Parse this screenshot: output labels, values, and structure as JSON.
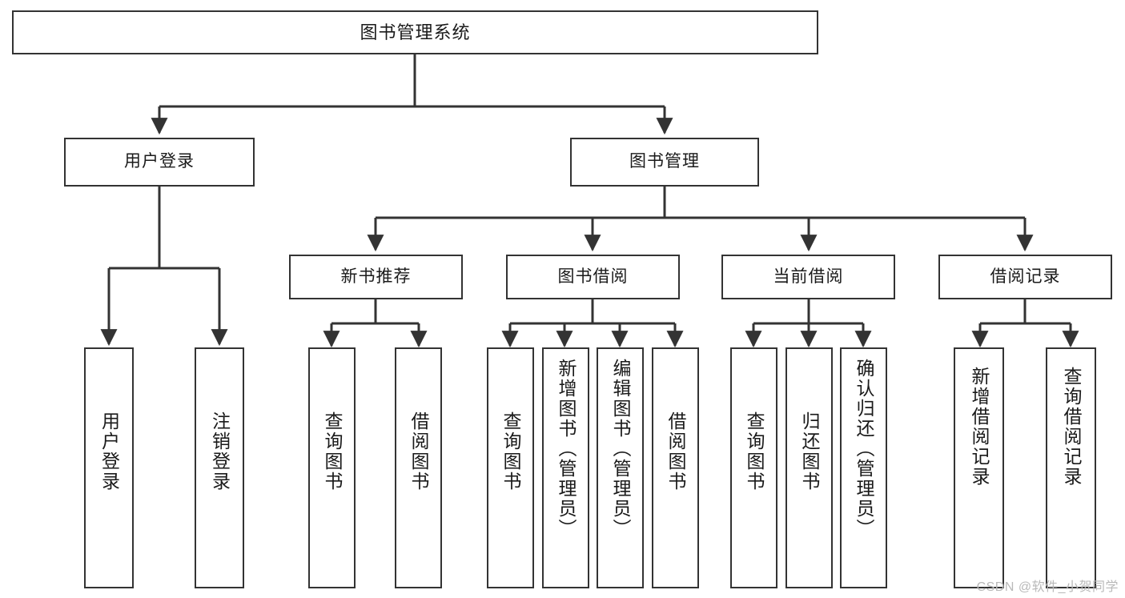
{
  "diagram": {
    "type": "tree-hierarchy",
    "title": "图书管理系统",
    "orientation": "top-down",
    "colors": {
      "background": "#ffffff",
      "box_border": "#333333",
      "box_fill": "#ffffff",
      "connector": "#333333",
      "text": "#1a1a1a",
      "watermark": "#b9b9b9"
    },
    "root": {
      "label": "图书管理系统"
    },
    "level1": [
      {
        "label": "用户登录"
      },
      {
        "label": "图书管理"
      }
    ],
    "level2": [
      {
        "label": "新书推荐"
      },
      {
        "label": "图书借阅"
      },
      {
        "label": "当前借阅"
      },
      {
        "label": "借阅记录"
      }
    ],
    "leaves": {
      "user_login": [
        {
          "label": "用户登录"
        },
        {
          "label": "注销登录"
        }
      ],
      "new_book_recommend": [
        {
          "label": "查询图书"
        },
        {
          "label": "借阅图书"
        }
      ],
      "book_borrow": [
        {
          "label": "查询图书"
        },
        {
          "label": "新增图书（管理员）"
        },
        {
          "label": "编辑图书（管理员）"
        },
        {
          "label": "借阅图书"
        }
      ],
      "current_borrow": [
        {
          "label": "查询图书"
        },
        {
          "label": "归还图书"
        },
        {
          "label": "确认归还（管理员）"
        }
      ],
      "borrow_record": [
        {
          "label": "新增借阅记录"
        },
        {
          "label": "查询借阅记录"
        }
      ]
    },
    "watermark": "CSDN @软件_小贺同学"
  }
}
